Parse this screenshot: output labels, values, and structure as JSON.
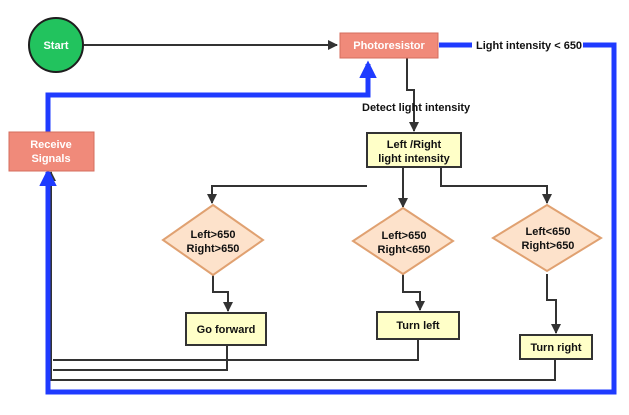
{
  "nodes": {
    "start": "Start",
    "photoresistor": "Photoresistor",
    "receive_line1": "Receive",
    "receive_line2": "Signals",
    "left_right_line1": "Left /Right",
    "left_right_line2": "light intensity",
    "dec1_line1": "Left>650",
    "dec1_line2": "Right>650",
    "dec2_line1": "Left>650",
    "dec2_line2": "Right<650",
    "dec3_line1": "Left<650",
    "dec3_line2": "Right>650",
    "go_forward": "Go forward",
    "turn_left": "Turn left",
    "turn_right": "Turn right"
  },
  "edges": {
    "light_condition": "Light intensity  < 650",
    "detect": "Detect light intensity"
  },
  "colors": {
    "start_fill": "#22c35e",
    "start_stroke": "#1e1e1e",
    "salmon": "#f08a7a",
    "salmon_stroke": "#d46d5e",
    "yellow": "#ffffc8",
    "yellow_stroke": "#333333",
    "diamond_fill": "#fde2cb",
    "diamond_stroke": "#e0a171",
    "blue": "#1f3bff",
    "line": "#333333"
  }
}
